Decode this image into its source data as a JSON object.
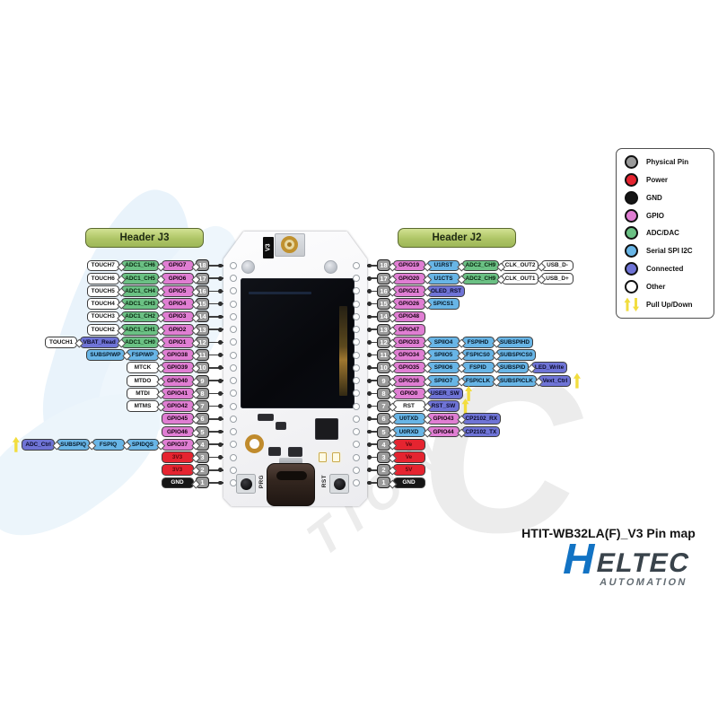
{
  "title": "HTIT-WB32LA(F)_V3 Pin map",
  "logo": {
    "h": "H",
    "eltec": "ELTEC",
    "automation": "AUTOMATION"
  },
  "watermark": {
    "big_letter": "C",
    "diagonal": "TION"
  },
  "board": {
    "version_label": "V3",
    "button_left": "PRG",
    "button_right": "RST"
  },
  "pin_types": {
    "pin": {
      "color": "#9a9a9a",
      "text": "#ffffff"
    },
    "power": {
      "color": "#e52430",
      "text": "#5a090e"
    },
    "gnd": {
      "color": "#161616",
      "text": "#ffffff"
    },
    "gpio": {
      "color": "#e07ed3",
      "text": "#14020f"
    },
    "adc": {
      "color": "#6bc184",
      "text": "#06230d"
    },
    "serial": {
      "color": "#68b5e6",
      "text": "#051726"
    },
    "connected": {
      "color": "#6f74d6",
      "text": "#0a0a28"
    },
    "other": {
      "color": "#ffffff",
      "text": "#141414"
    },
    "pull": {
      "color": "#f2dd3e",
      "text": "#141414"
    }
  },
  "legend": {
    "items": [
      {
        "label": "Physical Pin",
        "type": "pin"
      },
      {
        "label": "Power",
        "type": "power"
      },
      {
        "label": "GND",
        "type": "gnd"
      },
      {
        "label": "GPIO",
        "type": "gpio"
      },
      {
        "label": "ADC/DAC",
        "type": "adc"
      },
      {
        "label": "Serial SPI I2C",
        "type": "serial"
      },
      {
        "label": "Connected",
        "type": "connected"
      },
      {
        "label": "Other",
        "type": "other"
      },
      {
        "label": "Pull Up/Down",
        "type": "pull"
      }
    ]
  },
  "headers": [
    {
      "title": "Header J3",
      "side": "left",
      "rows": [
        {
          "pin": 18,
          "cells": [
            [
              "TOUCH7",
              "other"
            ],
            [
              "ADC1_CH6",
              "adc"
            ],
            [
              "GPIO7",
              "gpio"
            ]
          ]
        },
        {
          "pin": 17,
          "cells": [
            [
              "TOUCH6",
              "other"
            ],
            [
              "ADC1_CH5",
              "adc"
            ],
            [
              "GPIO6",
              "gpio"
            ]
          ]
        },
        {
          "pin": 16,
          "cells": [
            [
              "TOUCH5",
              "other"
            ],
            [
              "ADC1_CH4",
              "adc"
            ],
            [
              "GPIO5",
              "gpio"
            ]
          ]
        },
        {
          "pin": 15,
          "cells": [
            [
              "TOUCH4",
              "other"
            ],
            [
              "ADC1_CH3",
              "adc"
            ],
            [
              "GPIO4",
              "gpio"
            ]
          ]
        },
        {
          "pin": 14,
          "cells": [
            [
              "TOUCH3",
              "other"
            ],
            [
              "ADC1_CH2",
              "adc"
            ],
            [
              "GPIO3",
              "gpio"
            ]
          ]
        },
        {
          "pin": 13,
          "cells": [
            [
              "TOUCH2",
              "other"
            ],
            [
              "ADC1_CH1",
              "adc"
            ],
            [
              "GPIO2",
              "gpio"
            ]
          ]
        },
        {
          "pin": 12,
          "cells": [
            [
              "TOUCH1",
              "other"
            ],
            [
              "VBAT_Read",
              "connected"
            ],
            [
              "ADC1_CH0",
              "adc"
            ],
            [
              "GPIO1",
              "gpio"
            ]
          ]
        },
        {
          "pin": 11,
          "cells": [
            [
              "SUBSPIWP",
              "serial"
            ],
            [
              "FSPIWP",
              "serial"
            ],
            [
              "GPIO38",
              "gpio"
            ]
          ]
        },
        {
          "pin": 10,
          "cells": [
            [
              "MTCK",
              "other"
            ],
            [
              "GPIO39",
              "gpio"
            ]
          ]
        },
        {
          "pin": 9,
          "cells": [
            [
              "MTDO",
              "other"
            ],
            [
              "GPIO40",
              "gpio"
            ]
          ]
        },
        {
          "pin": 8,
          "cells": [
            [
              "MTDI",
              "other"
            ],
            [
              "GPIO41",
              "gpio"
            ]
          ]
        },
        {
          "pin": 7,
          "cells": [
            [
              "MTMS",
              "other"
            ],
            [
              "GPIO42",
              "gpio"
            ]
          ]
        },
        {
          "pin": 6,
          "cells": [
            [
              "GPIO45",
              "gpio"
            ]
          ]
        },
        {
          "pin": 5,
          "cells": [
            [
              "GPIO46",
              "gpio"
            ]
          ]
        },
        {
          "pin": 4,
          "pull": "start",
          "cells": [
            [
              "ADC_Ctrl",
              "connected"
            ],
            [
              "SUBSPIQ",
              "serial"
            ],
            [
              "FSPIQ",
              "serial"
            ],
            [
              "SPIDQS",
              "serial"
            ],
            [
              "GPIO37",
              "gpio"
            ]
          ]
        },
        {
          "pin": 3,
          "cells": [
            [
              "3V3",
              "power"
            ]
          ]
        },
        {
          "pin": 2,
          "cells": [
            [
              "3V3",
              "power"
            ]
          ]
        },
        {
          "pin": 1,
          "cells": [
            [
              "GND",
              "gnd"
            ]
          ]
        }
      ]
    },
    {
      "title": "Header J2",
      "side": "right",
      "rows": [
        {
          "pin": 18,
          "cells": [
            [
              "GPIO19",
              "gpio"
            ],
            [
              "U1RST",
              "serial"
            ],
            [
              "ADC2_CH9",
              "adc"
            ],
            [
              "CLK_OUT2",
              "other"
            ],
            [
              "USB_D-",
              "other"
            ]
          ]
        },
        {
          "pin": 17,
          "cells": [
            [
              "GPIO20",
              "gpio"
            ],
            [
              "U1CTS",
              "serial"
            ],
            [
              "ADC2_CH9",
              "adc"
            ],
            [
              "CLK_OUT1",
              "other"
            ],
            [
              "USB_D+",
              "other"
            ]
          ]
        },
        {
          "pin": 16,
          "cells": [
            [
              "GPIO21",
              "gpio"
            ],
            [
              "OLED_RST",
              "connected"
            ]
          ]
        },
        {
          "pin": 15,
          "cells": [
            [
              "GPIO26",
              "gpio"
            ],
            [
              "SPICS1",
              "serial"
            ]
          ]
        },
        {
          "pin": 14,
          "cells": [
            [
              "GPIO48",
              "gpio"
            ]
          ]
        },
        {
          "pin": 13,
          "cells": [
            [
              "GPIO47",
              "gpio"
            ]
          ]
        },
        {
          "pin": 12,
          "cells": [
            [
              "GPIO33",
              "gpio"
            ],
            [
              "SPIIO4",
              "serial"
            ],
            [
              "FSPIHD",
              "serial"
            ],
            [
              "SUBSPIHD",
              "serial"
            ]
          ]
        },
        {
          "pin": 11,
          "cells": [
            [
              "GPIO34",
              "gpio"
            ],
            [
              "SPIIO5",
              "serial"
            ],
            [
              "FSPICS0",
              "serial"
            ],
            [
              "SUBSPICS0",
              "serial"
            ]
          ]
        },
        {
          "pin": 10,
          "cells": [
            [
              "GPIO35",
              "gpio"
            ],
            [
              "SPIIO6",
              "serial"
            ],
            [
              "FSPID",
              "serial"
            ],
            [
              "SUBSPID",
              "serial"
            ],
            [
              "LED_Write",
              "connected"
            ]
          ]
        },
        {
          "pin": 9,
          "pull": "end",
          "cells": [
            [
              "GPIO36",
              "gpio"
            ],
            [
              "SPIIO7",
              "serial"
            ],
            [
              "FSPICLK",
              "serial"
            ],
            [
              "SUBSPICLK",
              "serial"
            ],
            [
              "Vext_Ctrl",
              "connected"
            ]
          ]
        },
        {
          "pin": 8,
          "pull": "end",
          "cells": [
            [
              "GPIO0",
              "gpio"
            ],
            [
              "USER_SW",
              "connected"
            ]
          ]
        },
        {
          "pin": 7,
          "pull": "end",
          "cells": [
            [
              "RST",
              "other"
            ],
            [
              "RST_SW",
              "connected"
            ]
          ]
        },
        {
          "pin": 6,
          "cells": [
            [
              "U0TXD",
              "serial"
            ],
            [
              "GPIO43",
              "gpio"
            ],
            [
              "CP2102_RX",
              "connected"
            ]
          ]
        },
        {
          "pin": 5,
          "cells": [
            [
              "U0RXD",
              "serial"
            ],
            [
              "GPIO44",
              "gpio"
            ],
            [
              "CP2102_TX",
              "connected"
            ]
          ]
        },
        {
          "pin": 4,
          "cells": [
            [
              "Ve",
              "power"
            ]
          ]
        },
        {
          "pin": 3,
          "cells": [
            [
              "Ve",
              "power"
            ]
          ]
        },
        {
          "pin": 2,
          "cells": [
            [
              "5V",
              "power"
            ]
          ]
        },
        {
          "pin": 1,
          "cells": [
            [
              "GND",
              "gnd"
            ]
          ]
        }
      ]
    }
  ]
}
